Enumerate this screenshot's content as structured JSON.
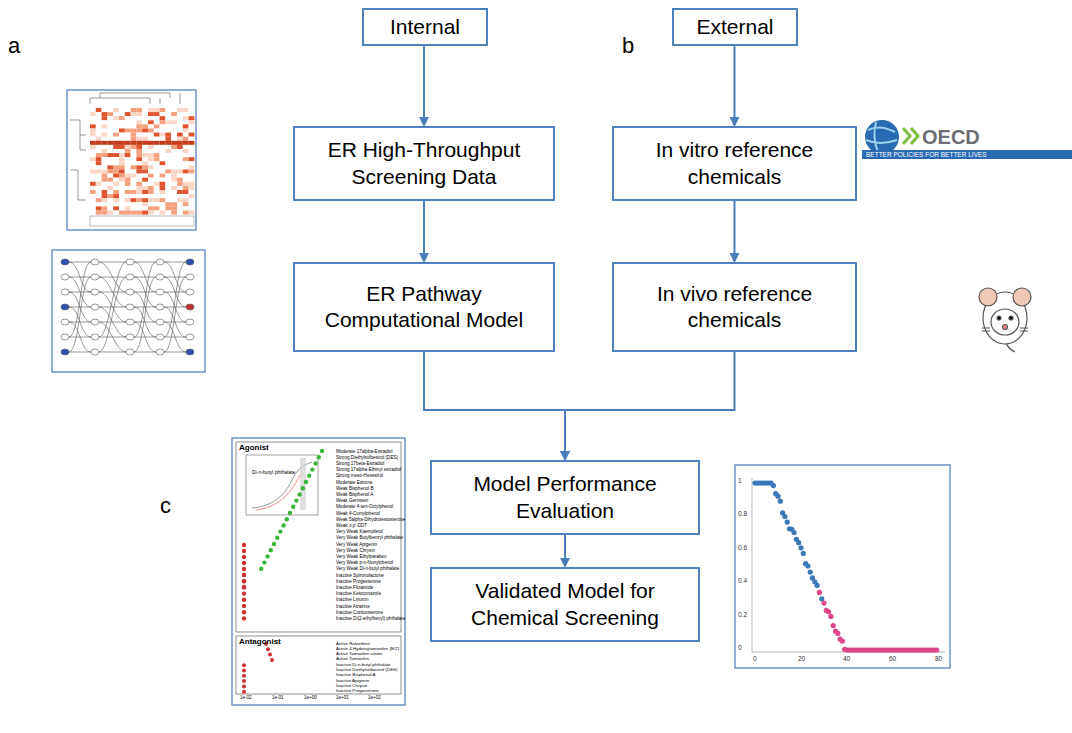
{
  "diagram": {
    "nodes": [
      {
        "text": [
          "Internal"
        ]
      },
      {
        "text": [
          "External"
        ]
      },
      {
        "text": [
          "ER High-Throughput Screening Data"
        ]
      },
      {
        "text": [
          "ER Pathway Computational Model"
        ]
      },
      {
        "text": [
          "In vitro reference chemicals"
        ]
      },
      {
        "text": [
          "In vivo reference chemicals"
        ]
      },
      {
        "text": [
          "Model Performance Evaluation"
        ]
      },
      {
        "text": [
          "Validated Model for Chemical Screening"
        ]
      }
    ],
    "edges": [
      {
        "from": 0,
        "to": 2,
        "arrow": "to"
      },
      {
        "from": 2,
        "to": 3,
        "arrow": "to"
      },
      {
        "from": 1,
        "to": 4,
        "arrow": "to"
      },
      {
        "from": 4,
        "to": 5,
        "arrow": "to"
      },
      {
        "from": 3,
        "to": 6,
        "arrow": "to"
      },
      {
        "from": 5,
        "to": 6,
        "arrow": "to"
      },
      {
        "from": 6,
        "to": 7,
        "arrow": "to"
      }
    ],
    "labels": [
      "a",
      "b",
      "c",
      "OECD",
      "BETTER POLICIES FOR BETTER LIVES",
      "Agonist",
      "Di-n-butyl phthalate",
      "Antagonist",
      "1e-02",
      "1e-01",
      "1e+00",
      "1e+01",
      "1e+02",
      "1",
      "0.8",
      "0.6",
      "0.4",
      "0.2",
      "0",
      "0",
      "20",
      "40",
      "60",
      "80",
      "Moderate 17alpha-Estradiol",
      "Strong Diethylstilbestrol (DES)",
      "Strong 17beta-Estradiol",
      "Strong 17alpha-Ethinyl estradiol",
      "Strong meso-Hexestrol",
      "Moderate Estrone",
      "Weak Bisphenol B",
      "Weak Bisphenol A",
      "Weak Genistein",
      "Moderate 4-tert-Octylphenol",
      "Weak 4-Cumylphenol",
      "Weak 5alpha-Dihydrotestosterone",
      "Weak o,p'-DDT",
      "Very Weak Kaempferol",
      "Very Weak Butylbenzyl phthalate",
      "Very Weak Apigenin",
      "Very Weak Chrysin",
      "Very Weak Ethylparaben",
      "Very Weak p-n-Nonylphenol",
      "Very Weak Di-n-butyl phthalate",
      "Inactive Spironolactone",
      "Inactive Progesterone",
      "Inactive Flutamide",
      "Inactive Ketoconazole",
      "Inactive Linuron",
      "Inactive Atrazine",
      "Inactive Corticosterone",
      "Inactive Di(2-ethylhexyl) phthalate",
      "Active Raloxifene",
      "Active 4-Hydroxytamoxifen (E/Z)",
      "Active Tamoxifen citrate",
      "Active Tamoxifen",
      "Inactive Di-n-butyl phthalate",
      "Inactive Diethylstilbestrol (DES)",
      "Inactive Bisphenol A",
      "Inactive Apigenin",
      "Inactive Chrysin",
      "Inactive Progesterone"
    ]
  }
}
